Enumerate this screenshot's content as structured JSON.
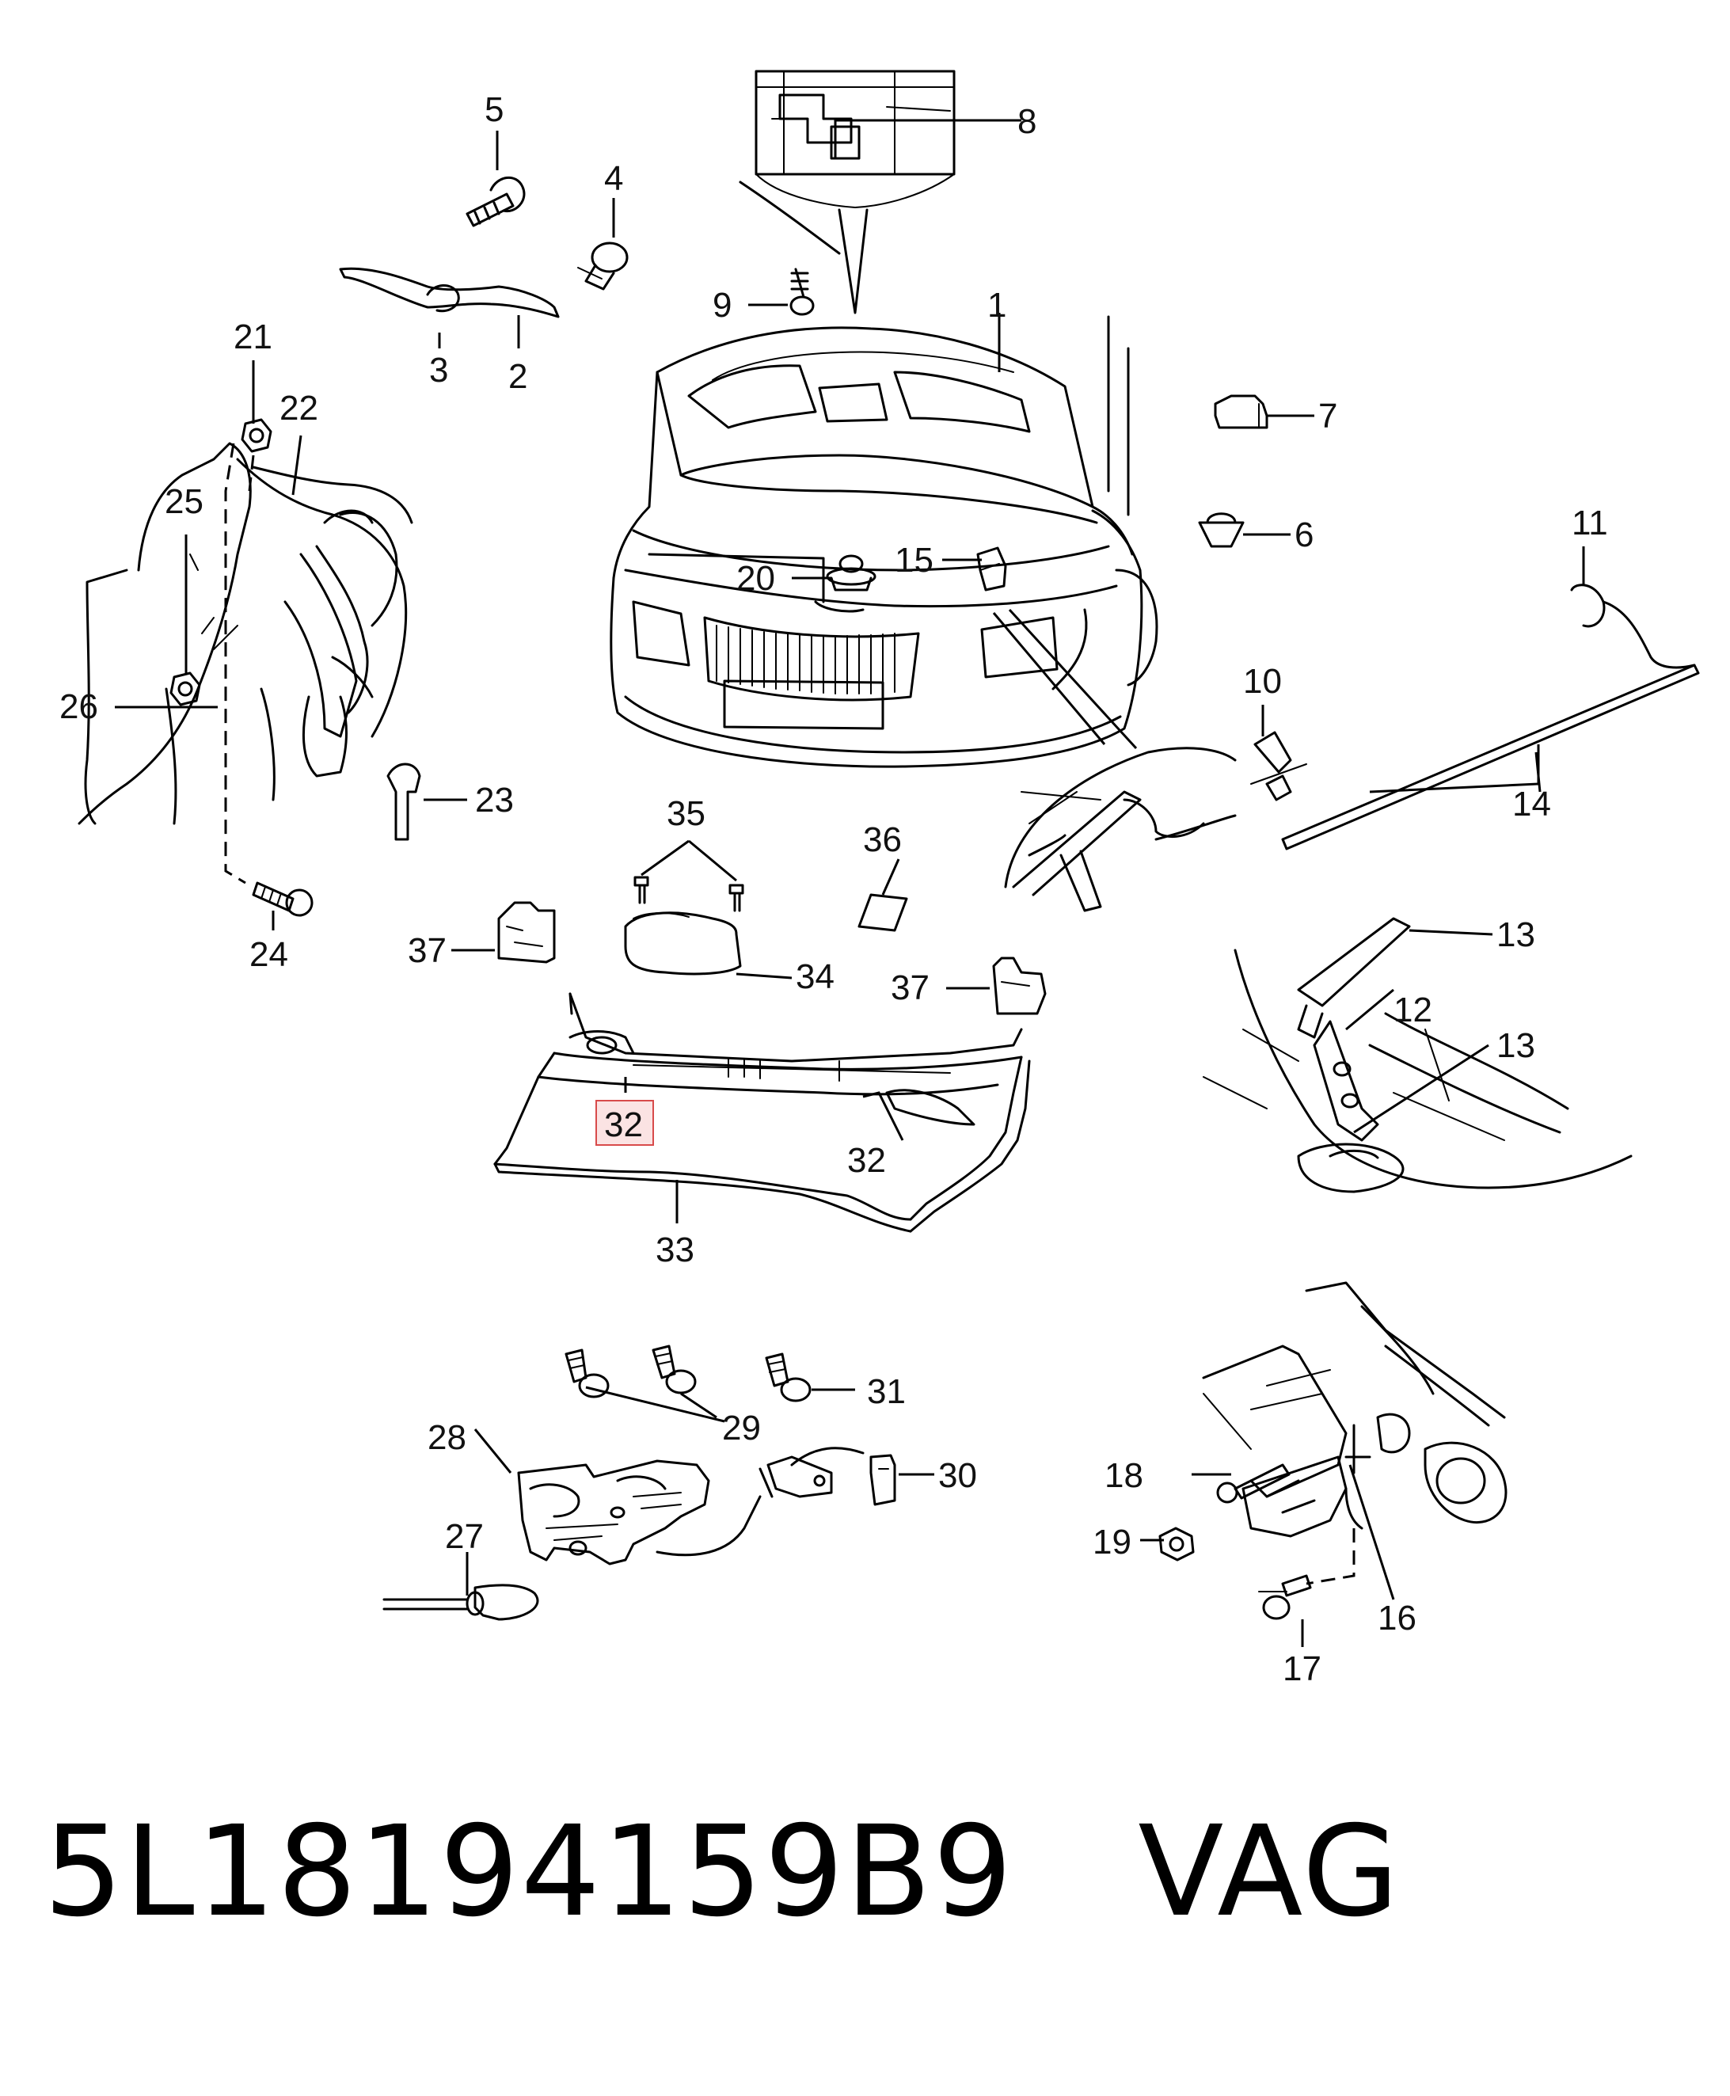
{
  "callouts": {
    "c1": "1",
    "c2": "2",
    "c3": "3",
    "c4": "4",
    "c5": "5",
    "c6": "6",
    "c7": "7",
    "c8": "8",
    "c9": "9",
    "c10": "10",
    "c11": "11",
    "c12": "12",
    "c13a": "13",
    "c13b": "13",
    "c14": "14",
    "c15": "15",
    "c16": "16",
    "c17": "17",
    "c18": "18",
    "c19": "19",
    "c20": "20",
    "c21": "21",
    "c22": "22",
    "c23": "23",
    "c24": "24",
    "c25": "25",
    "c26": "26",
    "c27": "27",
    "c28": "28",
    "c29": "29",
    "c30": "30",
    "c31": "31",
    "c32a": "32",
    "c32b": "32",
    "c33": "33",
    "c34": "34",
    "c35": "35",
    "c36": "36",
    "c37a": "37",
    "c37b": "37"
  },
  "highlighted_callout": "32",
  "caption": {
    "part_number": "5L18194159B9",
    "brand": "VAG",
    "full": "5L18194159B9   VAG"
  },
  "colors": {
    "line": "#000000",
    "background": "#ffffff",
    "highlight_fill": "#fbe3e3",
    "highlight_border": "#d84a4a"
  }
}
